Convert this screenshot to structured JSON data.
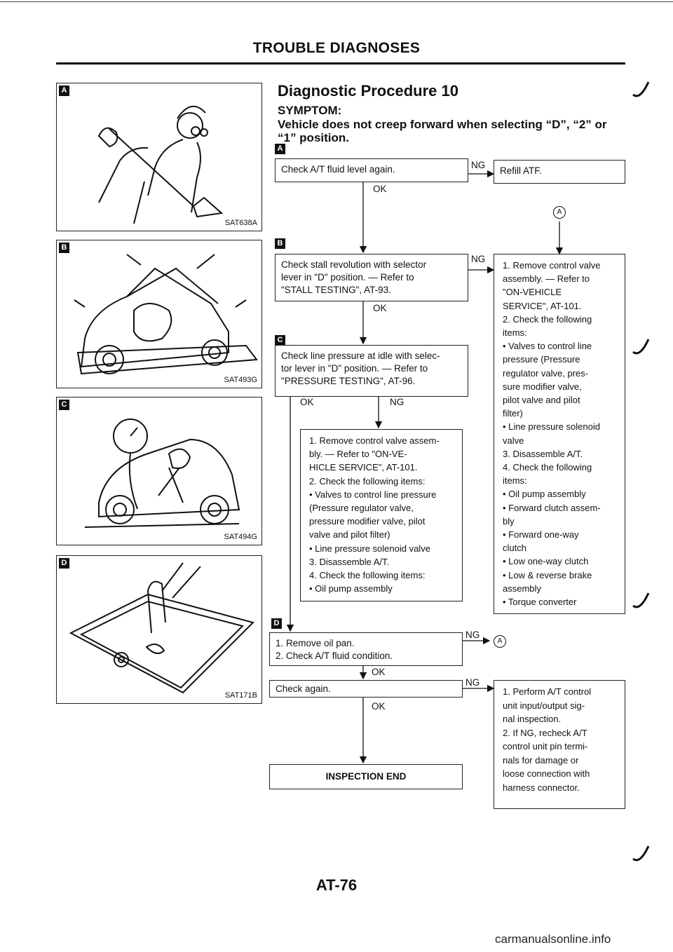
{
  "header": {
    "title": "TROUBLE DIAGNOSES"
  },
  "procedure": {
    "heading": "Diagnostic Procedure 10",
    "symptom_label": "SYMPTOM:",
    "symptom_line1": "Vehicle does not creep forward when selecting “D”, “2” or",
    "symptom_line2": "“1” position."
  },
  "illustrations": [
    {
      "mark": "A",
      "code": "SAT638A"
    },
    {
      "mark": "B",
      "code": "SAT493G"
    },
    {
      "mark": "C",
      "code": "SAT494G"
    },
    {
      "mark": "D",
      "code": "SAT171B"
    }
  ],
  "step_marks": {
    "a": "A",
    "b": "B",
    "c": "C",
    "d": "D"
  },
  "connector": "A",
  "flow": {
    "ok": "OK",
    "ng": "NG",
    "step1": "Check A/T fluid level again.",
    "step1_ng": "Refill ATF.",
    "step2": [
      "Check stall revolution with selector",
      "lever in \"D\" position. — Refer to",
      "\"STALL TESTING\", AT-93."
    ],
    "step2_ng": [
      "1. Remove control valve",
      "assembly. — Refer to",
      "\"ON-VEHICLE",
      "SERVICE\", AT-101.",
      "2. Check the following",
      "items:",
      "• Valves to control line",
      "pressure (Pressure",
      "regulator valve, pres-",
      "sure modifier valve,",
      "pilot valve and pilot",
      "filter)",
      "• Line pressure solenoid",
      "valve",
      "3. Disassemble A/T.",
      "4. Check the following",
      "items:",
      "• Oil pump assembly",
      "• Forward clutch assem-",
      "bly",
      "• Forward one-way",
      "clutch",
      "• Low one-way clutch",
      "• Low & reverse brake",
      "assembly",
      "• Torque converter"
    ],
    "step3": [
      "Check line pressure at idle with selec-",
      "tor lever in \"D\" position. — Refer to",
      "\"PRESSURE TESTING\", AT-96."
    ],
    "step3_ng": [
      "1. Remove control valve assem-",
      "bly. — Refer to \"ON-VE-",
      "HICLE SERVICE\", AT-101.",
      "2. Check the following items:",
      "• Valves to control line pressure",
      "(Pressure regulator valve,",
      "pressure modifier valve, pilot",
      "valve and pilot filter)",
      "• Line pressure solenoid valve",
      "3. Disassemble A/T.",
      "4. Check the following items:",
      "• Oil pump assembly"
    ],
    "step4": [
      "1. Remove oil pan.",
      "2. Check A/T fluid condition."
    ],
    "step5": "Check again.",
    "step5_ng": [
      "1. Perform A/T control",
      "unit input/output sig-",
      "nal inspection.",
      "2. If NG, recheck A/T",
      "control unit pin termi-",
      "nals for damage or",
      "loose connection with",
      "harness connector."
    ],
    "end": "INSPECTION END"
  },
  "footer": {
    "page_number": "AT-76",
    "watermark": "carmanualsonline.info"
  }
}
